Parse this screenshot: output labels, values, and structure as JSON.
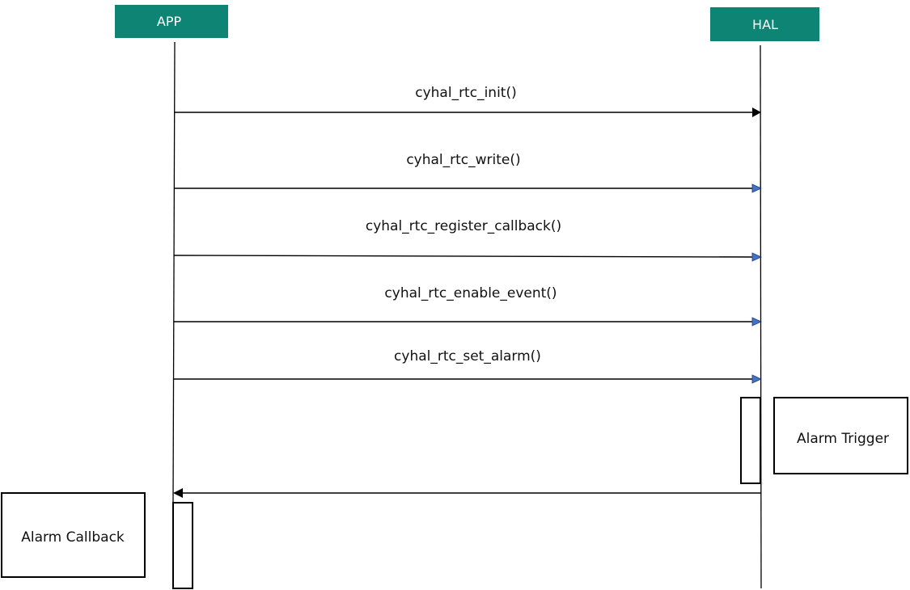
{
  "colors": {
    "participant_fill": "#0e8474",
    "participant_text": "#ffffff",
    "line": "#000000",
    "open_arrowhead": "#4472c4",
    "box_stroke": "#000000"
  },
  "participants": {
    "app": "APP",
    "hal": "HAL"
  },
  "messages": [
    {
      "label": "cyhal_rtc_init()",
      "from": "APP",
      "to": "HAL",
      "arrowhead": "filled-black"
    },
    {
      "label": "cyhal_rtc_write()",
      "from": "APP",
      "to": "HAL",
      "arrowhead": "blue"
    },
    {
      "label": "cyhal_rtc_register_callback()",
      "from": "APP",
      "to": "HAL",
      "arrowhead": "blue"
    },
    {
      "label": "cyhal_rtc_enable_event()",
      "from": "APP",
      "to": "HAL",
      "arrowhead": "blue"
    },
    {
      "label": "cyhal_rtc_set_alarm()",
      "from": "APP",
      "to": "HAL",
      "arrowhead": "blue"
    }
  ],
  "return_message": {
    "label": "",
    "from": "HAL",
    "to": "APP"
  },
  "notes": {
    "hal": "Alarm Trigger",
    "app": "Alarm Callback"
  }
}
